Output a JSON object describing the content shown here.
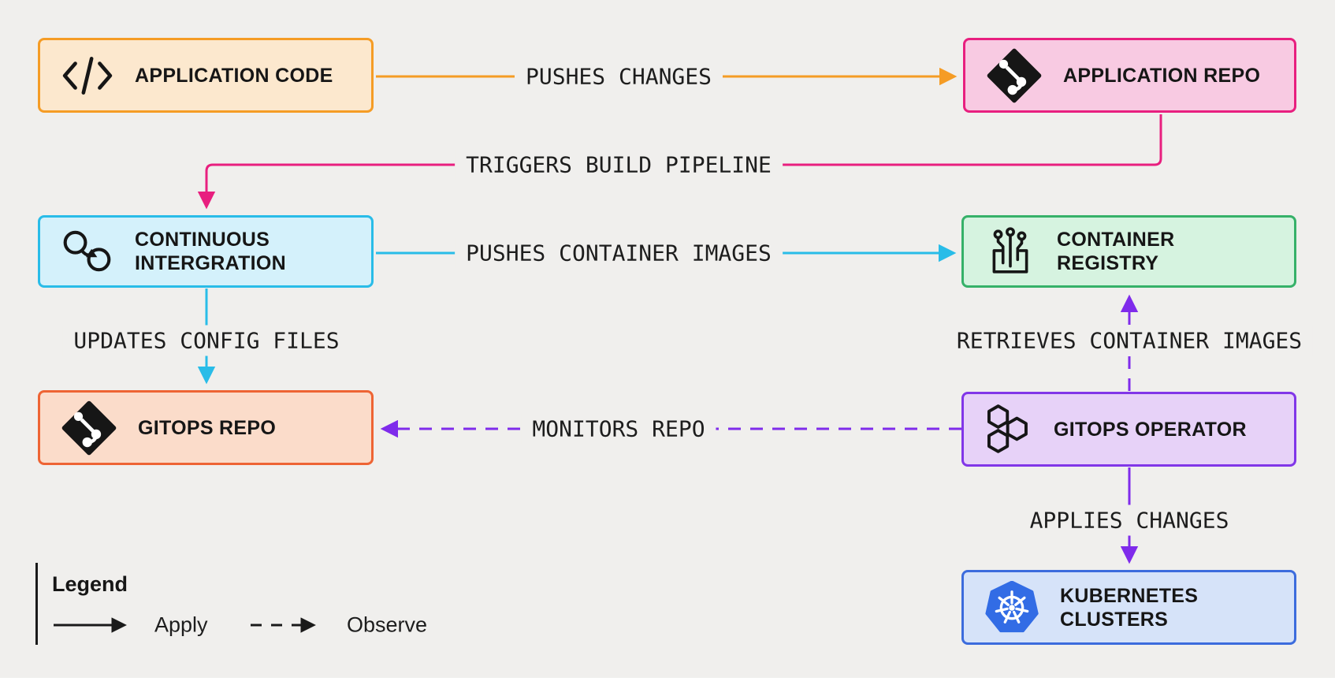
{
  "nodes": [
    {
      "label": "APPLICATION CODE",
      "icon": "code-icon",
      "fill": "#fce8ce",
      "border": "#f59c25"
    },
    {
      "label": "APPLICATION REPO",
      "icon": "git-icon",
      "fill": "#f8cae2",
      "border": "#e81f7f"
    },
    {
      "label": "CONTINUOUS\nINTERGRATION",
      "icon": "ci-loop-icon",
      "fill": "#d4f1fb",
      "border": "#29bce8"
    },
    {
      "label": "CONTAINER\nREGISTRY",
      "icon": "registry-icon",
      "fill": "#d6f3e0",
      "border": "#36b169"
    },
    {
      "label": "GITOPS REPO",
      "icon": "git-icon",
      "fill": "#fbdcca",
      "border": "#ee6434"
    },
    {
      "label": "GITOPS OPERATOR",
      "icon": "hexagons-icon",
      "fill": "#e7d2f8",
      "border": "#8136e8"
    },
    {
      "label": "KUBERNETES\nCLUSTERS",
      "icon": "kubernetes-icon",
      "fill": "#d6e3f9",
      "border": "#3c6cdd"
    }
  ],
  "edges": [
    {
      "label": "PUSHES CHANGES",
      "from": "APPLICATION CODE",
      "to": "APPLICATION REPO",
      "line": "solid",
      "color": "#f59c25"
    },
    {
      "label": "TRIGGERS BUILD PIPELINE",
      "from": "APPLICATION REPO",
      "to": "CONTINUOUS INTERGRATION",
      "line": "solid",
      "color": "#e81f7f"
    },
    {
      "label": "PUSHES CONTAINER IMAGES",
      "from": "CONTINUOUS INTERGRATION",
      "to": "CONTAINER REGISTRY",
      "line": "solid",
      "color": "#29bce8"
    },
    {
      "label": "UPDATES CONFIG FILES",
      "from": "CONTINUOUS INTERGRATION",
      "to": "GITOPS REPO",
      "line": "solid",
      "color": "#29bce8"
    },
    {
      "label": "MONITORS REPO",
      "from": "GITOPS OPERATOR",
      "to": "GITOPS REPO",
      "line": "dashed",
      "color": "#7f2beb"
    },
    {
      "label": "RETRIEVES CONTAINER IMAGES",
      "from": "GITOPS OPERATOR",
      "to": "CONTAINER REGISTRY",
      "line": "dashed",
      "color": "#7f2beb"
    },
    {
      "label": "APPLIES CHANGES",
      "from": "GITOPS OPERATOR",
      "to": "KUBERNETES CLUSTERS",
      "line": "solid",
      "color": "#7f2beb"
    }
  ],
  "legend": {
    "heading": "Legend",
    "apply_label": "Apply",
    "observe_label": "Observe"
  }
}
